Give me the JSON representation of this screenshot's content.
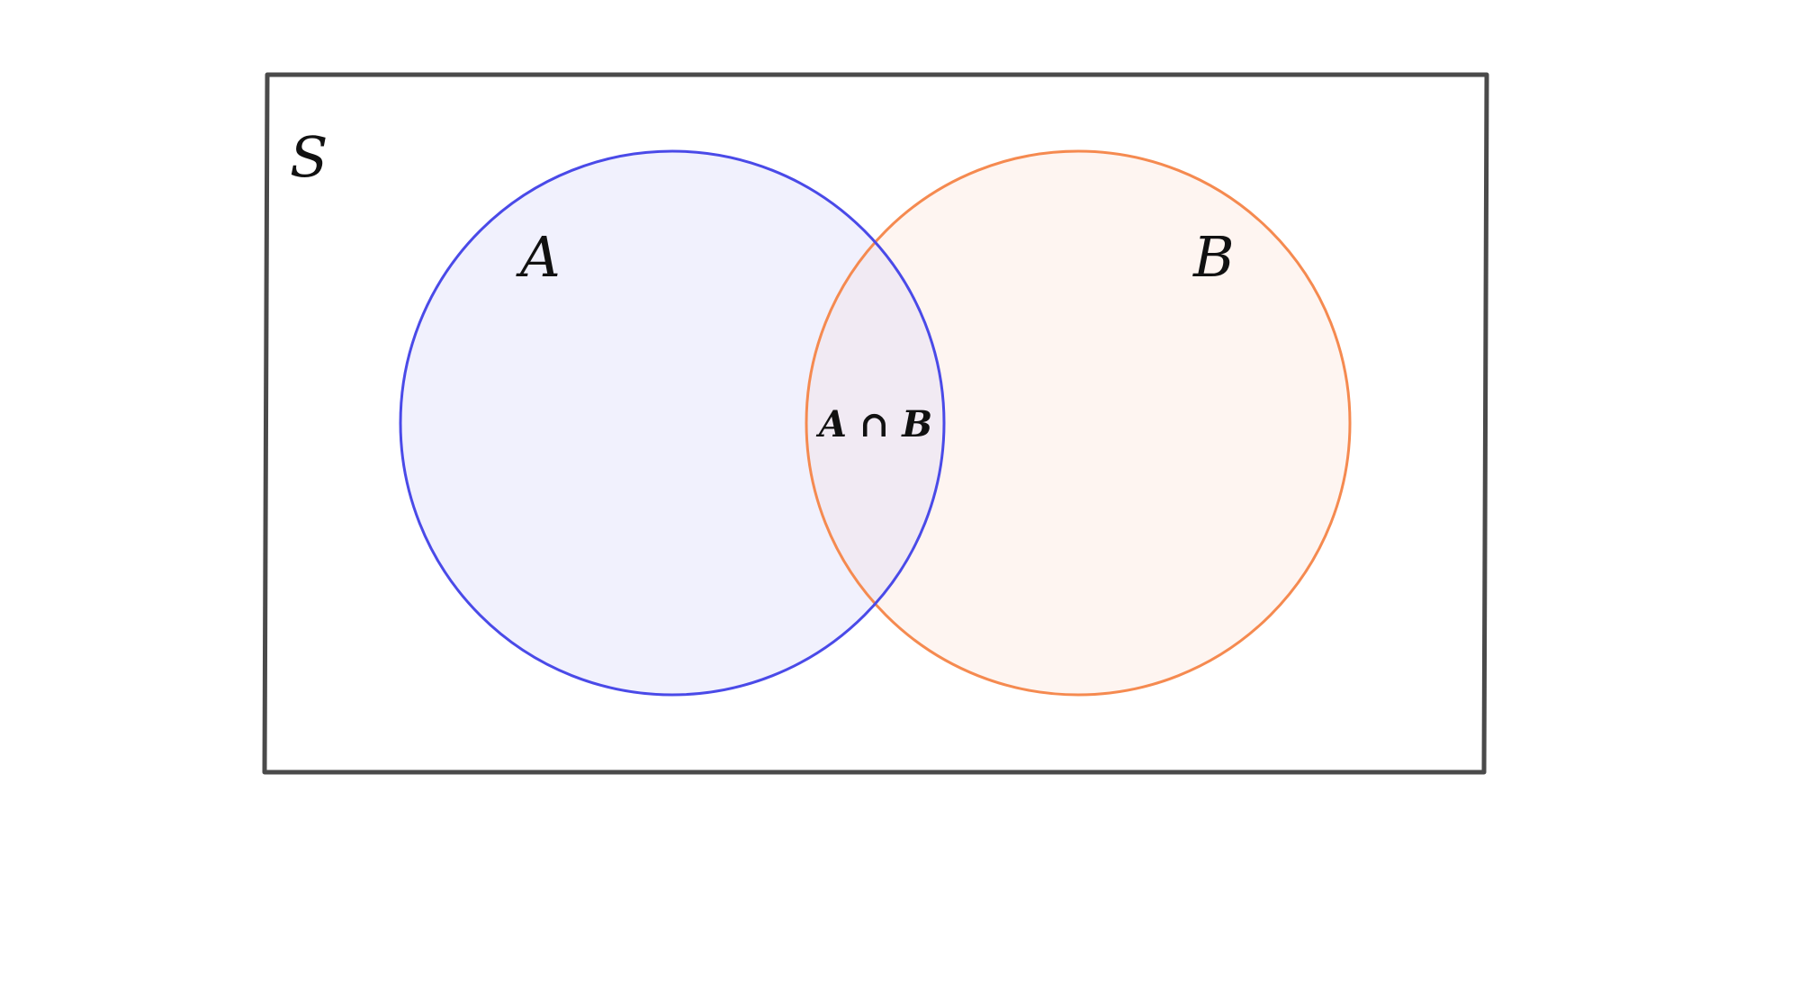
{
  "diagram": {
    "universe_label": "S",
    "set_a_label": "A",
    "set_b_label": "B",
    "intersection_label": "A ∩ B"
  },
  "colors": {
    "universe_stroke": "#4a4a4a",
    "set_a_stroke": "#4a4ae8",
    "set_a_fill": "#f1f1fd",
    "set_b_stroke": "#f58a50",
    "set_b_fill": "#fef5f1",
    "intersection_fill": "#f1eaf3"
  }
}
